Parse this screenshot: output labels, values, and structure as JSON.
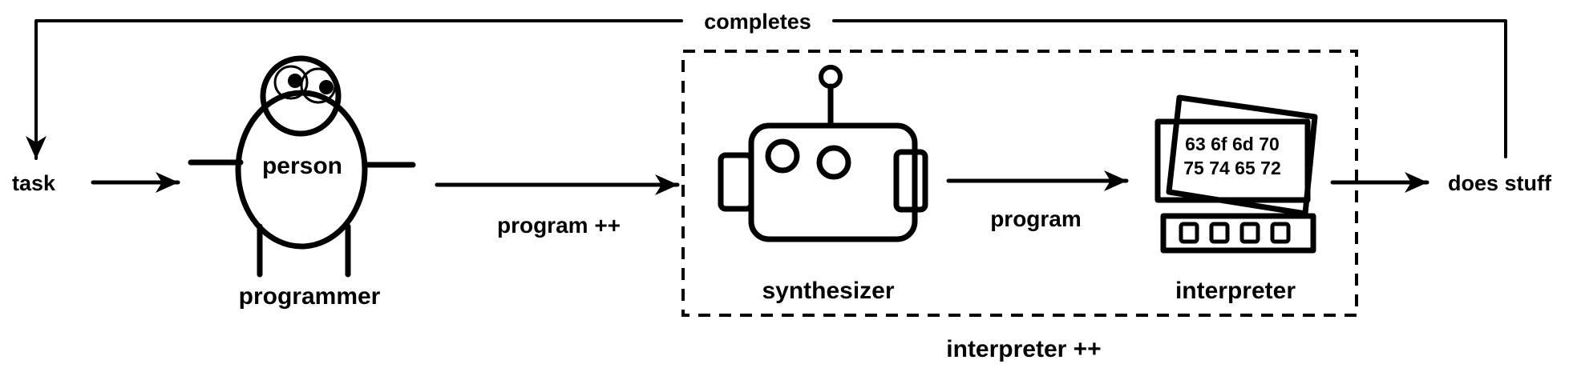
{
  "labels": {
    "completes": "completes",
    "task": "task",
    "person": "person",
    "programmer": "programmer",
    "program_plus": "program ++",
    "synthesizer": "synthesizer",
    "program": "program",
    "hex_line_1": "63 6f 6d 70",
    "hex_line_2": "75 74 65 72",
    "interpreter": "interpreter",
    "does_stuff": "does stuff",
    "interpreter_plus": "interpreter ++"
  },
  "colors": {
    "ink": "#000000",
    "background": "#ffffff"
  }
}
